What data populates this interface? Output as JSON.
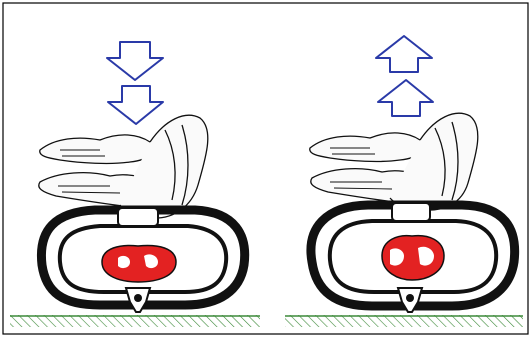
{
  "title": "",
  "colors": {
    "frame": "#000000",
    "arrow_stroke": "#2a3aa8",
    "arrow_fill": "#ffffff",
    "ring": "#111111",
    "heart": "#e32222",
    "ground_hatch": "#3d8a3a",
    "skin": "#fafafa"
  },
  "panels": [
    {
      "name": "compression",
      "arrows": [
        "arrow-down",
        "arrow-down"
      ]
    },
    {
      "name": "decompression",
      "arrows": [
        "arrow-up",
        "arrow-up"
      ]
    }
  ]
}
